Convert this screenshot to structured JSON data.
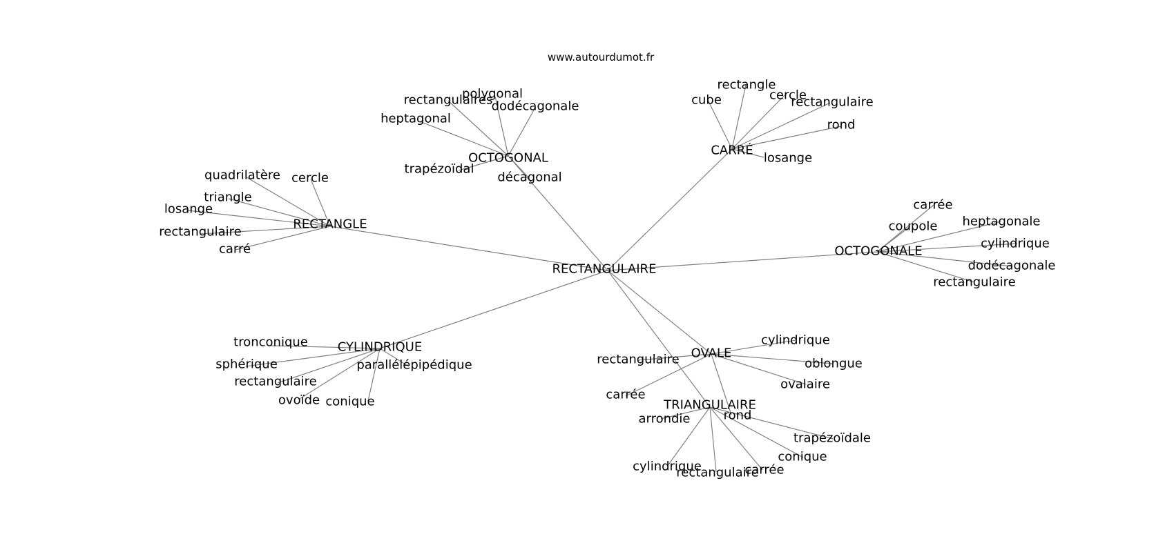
{
  "site": "www.autourdumot.fr",
  "center": "RECTANGULAIRE",
  "clusters": [
    {
      "hub": "OCTOGONAL",
      "leaves": [
        "rectangulaires",
        "polygonal",
        "dodécagonale",
        "heptagonal",
        "trapézoïdal",
        "décagonal"
      ]
    },
    {
      "hub": "CARRÉ",
      "leaves": [
        "rectangle",
        "cube",
        "cercle",
        "rectangulaire",
        "rond",
        "losange"
      ]
    },
    {
      "hub": "RECTANGLE",
      "leaves": [
        "quadrilatère",
        "cercle",
        "triangle",
        "losange",
        "rectangulaire",
        "carré"
      ]
    },
    {
      "hub": "OCTOGONALE",
      "leaves": [
        "carrée",
        "coupole",
        "heptagonale",
        "cylindrique",
        "dodécagonale",
        "rectangulaire"
      ]
    },
    {
      "hub": "CYLINDRIQUE",
      "leaves": [
        "tronconique",
        "sphérique",
        "parallélépipédique",
        "rectangulaire",
        "ovoïde",
        "conique"
      ]
    },
    {
      "hub": "OVALE",
      "leaves": [
        "cylindrique",
        "rectangulaire",
        "oblongue",
        "ovalaire",
        "carrée",
        "rond"
      ]
    },
    {
      "hub": "TRIANGULAIRE",
      "leaves": [
        "arrondie",
        "trapézoïdale",
        "conique",
        "cylindrique",
        "rectangulaire",
        "carrée"
      ]
    }
  ]
}
